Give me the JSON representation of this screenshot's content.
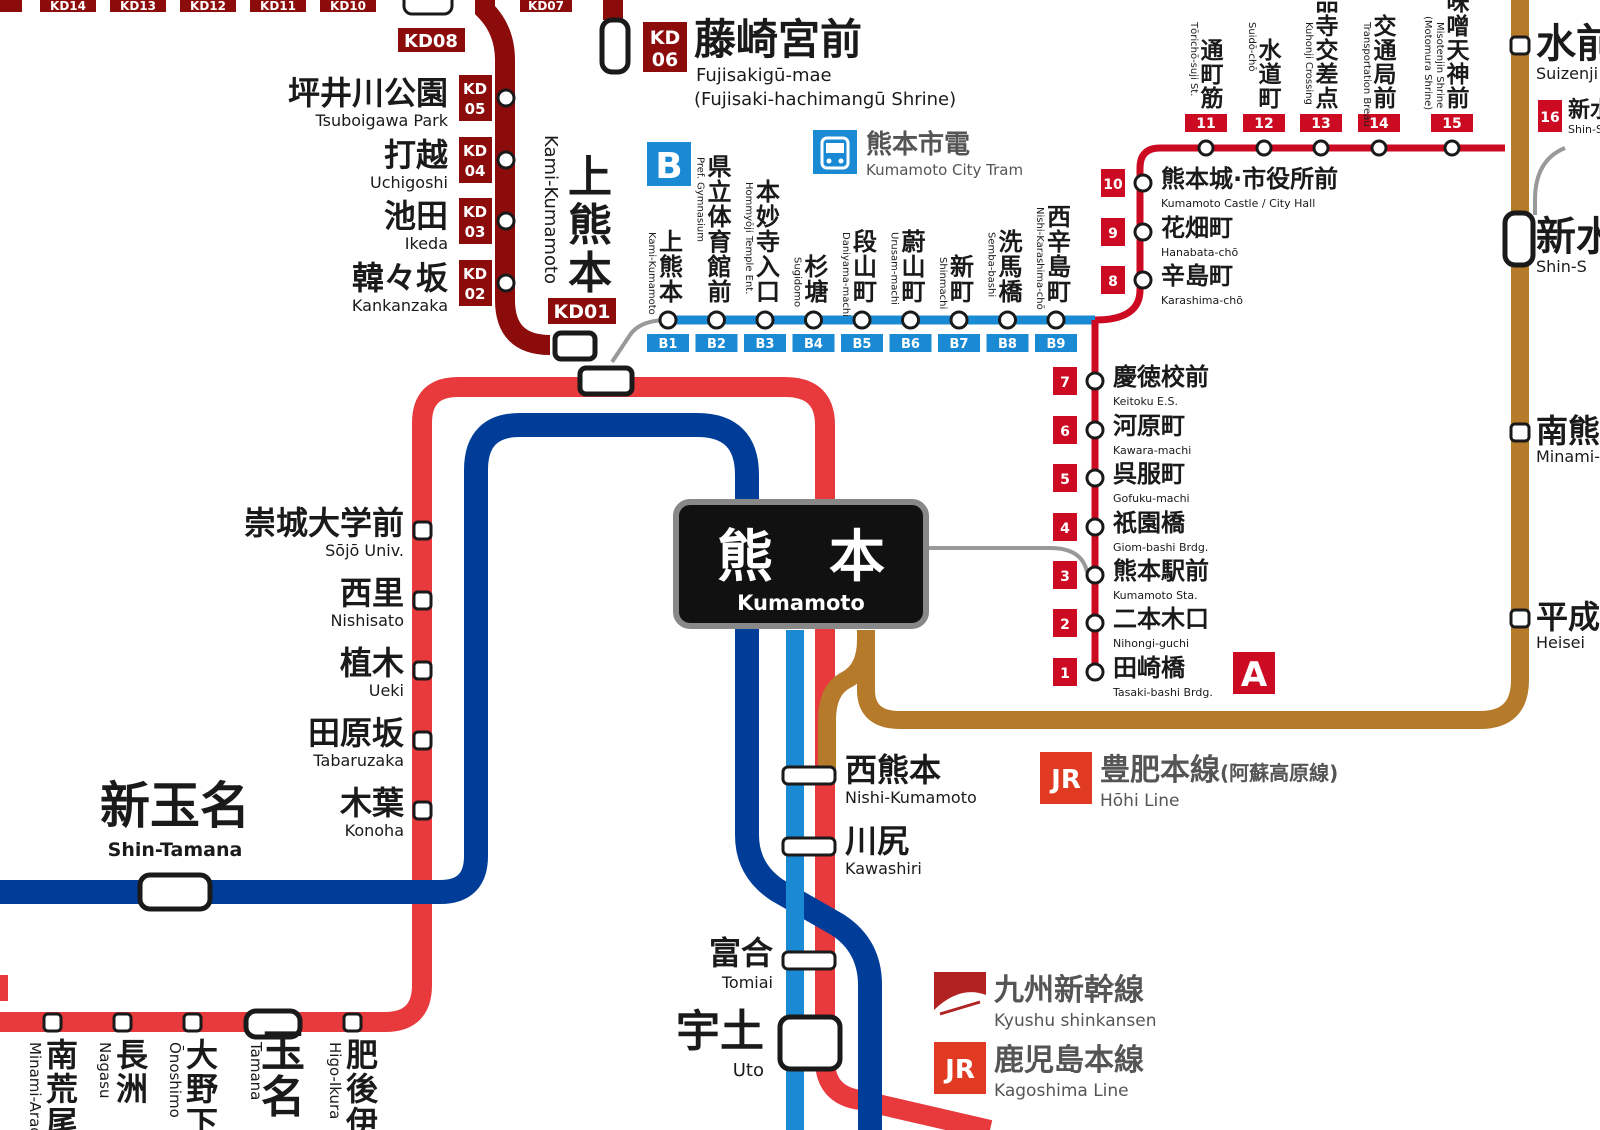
{
  "colors": {
    "kagoshima": "#e8393d",
    "shinkansen": "#003d99",
    "hohi": "#b57a2a",
    "kumaden": "#8c0b0b",
    "tramA": "#cc0a22",
    "tramB": "#1a8ad4",
    "black": "#111111"
  },
  "main_station": {
    "jp": "熊　本",
    "en": "Kumamoto"
  },
  "kumaden": {
    "top_tags": [
      "KD14",
      "KD13",
      "KD12",
      "KD11",
      "KD10"
    ],
    "kd08": "KD08",
    "kd07": "KD07",
    "kd06": {
      "code_top": "KD",
      "code_num": "06",
      "jp": "藤崎宮前",
      "en": "Fujisakigū-mae",
      "en2": "(Fujisaki-hachimangū Shrine)"
    },
    "stations": [
      {
        "jp": "坪井川公園",
        "en": "Tsuboigawa Park",
        "code_top": "KD",
        "code_num": "05"
      },
      {
        "jp": "打越",
        "en": "Uchigoshi",
        "code_top": "KD",
        "code_num": "04"
      },
      {
        "jp": "池田",
        "en": "Ikeda",
        "code_top": "KD",
        "code_num": "03"
      },
      {
        "jp": "韓々坂",
        "en": "Kankanzaka",
        "code_top": "KD",
        "code_num": "02"
      }
    ],
    "kami": {
      "jp": "上熊本",
      "en": "Kami-Kumamoto",
      "code": "KD01"
    }
  },
  "tram": {
    "logo": {
      "jp": "熊本市電",
      "en": "Kumamoto City Tram"
    },
    "line_b": {
      "badge": "B",
      "stations": [
        {
          "jp": "上熊本",
          "en": "Kami-Kumamoto",
          "code": "B1"
        },
        {
          "jp": "県立体育館前",
          "en": "Pref. Gymnasium",
          "code": "B2"
        },
        {
          "jp": "本妙寺入口",
          "en": "Hommyōji Temple Ent.",
          "code": "B3"
        },
        {
          "jp": "杉塘",
          "en": "Sugidomo",
          "code": "B4"
        },
        {
          "jp": "段山町",
          "en": "Daniyama-machi",
          "code": "B5"
        },
        {
          "jp": "蔚山町",
          "en": "Urusam-machi",
          "code": "B6"
        },
        {
          "jp": "新町",
          "en": "Shinmachi",
          "code": "B7"
        },
        {
          "jp": "洗馬橋",
          "en": "Semba-bashi",
          "code": "B8"
        },
        {
          "jp": "西辛島町",
          "en": "Nishi-Karashima-chō",
          "code": "B9"
        }
      ]
    },
    "line_a": {
      "badge": "A",
      "stations": [
        {
          "code": "1",
          "jp": "田崎橋",
          "en": "Tasaki-bashi Brdg."
        },
        {
          "code": "2",
          "jp": "二本木口",
          "en": "Nihongi-guchi"
        },
        {
          "code": "3",
          "jp": "熊本駅前",
          "en": "Kumamoto Sta."
        },
        {
          "code": "4",
          "jp": "祇園橋",
          "en": "Giom-bashi Brdg."
        },
        {
          "code": "5",
          "jp": "呉服町",
          "en": "Gofuku-machi"
        },
        {
          "code": "6",
          "jp": "河原町",
          "en": "Kawara-machi"
        },
        {
          "code": "7",
          "jp": "慶徳校前",
          "en": "Keitoku E.S."
        },
        {
          "code": "8",
          "jp": "辛島町",
          "en": "Karashima-chō"
        },
        {
          "code": "9",
          "jp": "花畑町",
          "en": "Hanabata-chō"
        },
        {
          "code": "10",
          "jp": "熊本城·市役所前",
          "en": "Kumamoto Castle / City Hall"
        }
      ],
      "top_stations": [
        {
          "code": "11",
          "jp": "通町筋",
          "en": "Tōrichō-suji St."
        },
        {
          "code": "12",
          "jp": "水道町",
          "en": "Suidō-chō"
        },
        {
          "code": "13",
          "jp": "九品寺交差点",
          "en": "Kuhonji Crossing"
        },
        {
          "code": "14",
          "jp": "交通局前",
          "en": "Transportation Breau"
        },
        {
          "code": "15",
          "jp": "味噌天神前",
          "en": "Misotenjin Shrine",
          "en2": "(Motomura Shrine)"
        }
      ],
      "tag16": {
        "code": "16",
        "jp": "新水",
        "en": "Shin-S"
      }
    }
  },
  "kagoshima_line": {
    "west": [
      {
        "jp": "崇城大学前",
        "en": "Sōjō Univ."
      },
      {
        "jp": "西里",
        "en": "Nishisato"
      },
      {
        "jp": "植木",
        "en": "Ueki"
      },
      {
        "jp": "田原坂",
        "en": "Tabaruzaka"
      },
      {
        "jp": "木葉",
        "en": "Konoha"
      }
    ],
    "south": [
      {
        "jp": "西熊本",
        "en": "Nishi-Kumamoto"
      },
      {
        "jp": "川尻",
        "en": "Kawashiri"
      },
      {
        "jp": "富合",
        "en": "Tomiai"
      },
      {
        "jp": "宇土",
        "en": "Uto"
      }
    ],
    "bottom": [
      {
        "jp": "南荒尾",
        "en": "Minami-Arao"
      },
      {
        "jp": "長洲",
        "en": "Nagasu"
      },
      {
        "jp": "大野下",
        "en": "Ōnoshimo"
      },
      {
        "jp": "玉名",
        "en": "Tamana"
      },
      {
        "jp": "肥後伊",
        "en": "Higo-Ikura"
      }
    ]
  },
  "shin_tamana": {
    "jp": "新玉名",
    "en": "Shin-Tamana"
  },
  "hohi_line": {
    "stations": [
      {
        "jp": "水前",
        "en": "Suizenji"
      },
      {
        "jp": "新水",
        "en": "Shin-S"
      },
      {
        "jp": "南熊",
        "en": "Minami-K"
      },
      {
        "jp": "平成",
        "en": "Heisei"
      }
    ]
  },
  "legend": {
    "hohi": {
      "logo": "JR",
      "jp": "豊肥本線",
      "jp_sub": "(阿蘇高原線)",
      "en": "Hōhi Line"
    },
    "shinkansen": {
      "jp": "九州新幹線",
      "en": "Kyushu shinkansen"
    },
    "kagoshima": {
      "logo": "JR",
      "jp": "鹿児島本線",
      "en": "Kagoshima Line"
    }
  }
}
